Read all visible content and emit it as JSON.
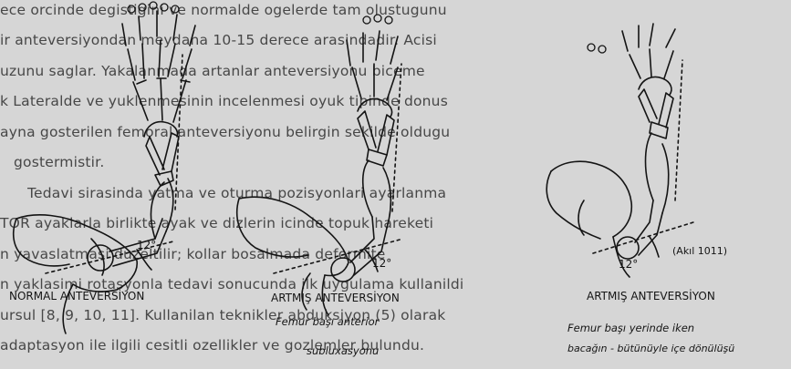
{
  "background_text": [
    "ece orcinde degistigini ve normalde ogelerde tam olustugunu",
    "ir anteversiyondan meydana 10-15 derece arasindadir. Acisi",
    "uzunu saglar. Yakalanmada artanlar anteversiyonu biceme",
    "k Lateralde ve yuklenmesinin incelenmesi oyuk tipinde donus",
    "ayna gosterilen femoral anteversiyonu belirgin sekilde oldugu",
    "gostermistir.",
    "Tedavi sirasinda yatma ve oturma pozisyonlari ayarlanma",
    "TOR ayaklarla birlikte ayak ve dizlerin icinde topuk hareketi",
    "n yavaslatmasi duzeltilir; kollar bosalmada deformite",
    "n yaklasimi rotasyonla tedavi sonucunda ilk uygulama kullanildi",
    "ursul [8, 9, 10, 11]. Kullanilan teknikler abduksiyon (5) olarak",
    "adaptasyon ile ilgili cesitli ozellikler ve gozlemler bulundu."
  ],
  "figures": [
    {
      "angle_label": "12°",
      "caption": [
        "NORMAL ANTEVERSİYON"
      ]
    },
    {
      "angle_label": "12°",
      "caption": [
        "ARTMIŞ ANTEVERSİYON",
        "Femur başı anterior",
        "subluxasyonu"
      ]
    },
    {
      "angle_label": "12°",
      "caption": [
        "ARTMIŞ ANTEVERSİYON",
        "Femur başı yerinde iken",
        "bacağın - bütünüyle içe dönülüşü"
      ],
      "note": "(Akıl 1011)"
    }
  ],
  "colors": {
    "paper": "#d6d6d6",
    "ink": "#151515",
    "bleed_text": "#474747"
  }
}
